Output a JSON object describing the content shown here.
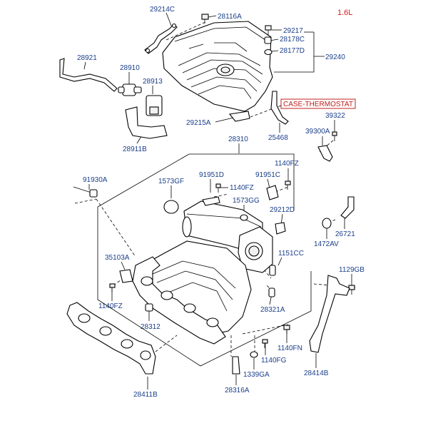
{
  "engine_spec": "1.6L",
  "callout_box": "CASE-THERMOSTAT",
  "part_numbers": {
    "p29214C": "29214C",
    "p28116A": "28116A",
    "p29217": "29217",
    "p28178C": "28178C",
    "p28177D": "28177D",
    "p29240": "29240",
    "p28921": "28921",
    "p28910": "28910",
    "p28913": "28913",
    "p29215A": "29215A",
    "p25468": "25468",
    "p39322": "39322",
    "p39300A": "39300A",
    "p28911B": "28911B",
    "p28310": "28310",
    "p1140FZ_a": "1140FZ",
    "p91930A": "91930A",
    "p1573GF": "1573GF",
    "p91951D": "91951D",
    "p91951C": "91951C",
    "p1140FZ_b": "1140FZ",
    "p1573GG": "1573GG",
    "p29212D": "29212D",
    "p26721": "26721",
    "p1472AV": "1472AV",
    "p1151CC": "1151CC",
    "p35103A": "35103A",
    "p1129GB": "1129GB",
    "p1140FZ_c": "1140FZ",
    "p28321A": "28321A",
    "p28312": "28312",
    "p1140FN": "1140FN",
    "p1140FG": "1140FG",
    "p28414B": "28414B",
    "p1339GA": "1339GA",
    "p28411B": "28411B",
    "p28316A": "28316A"
  }
}
